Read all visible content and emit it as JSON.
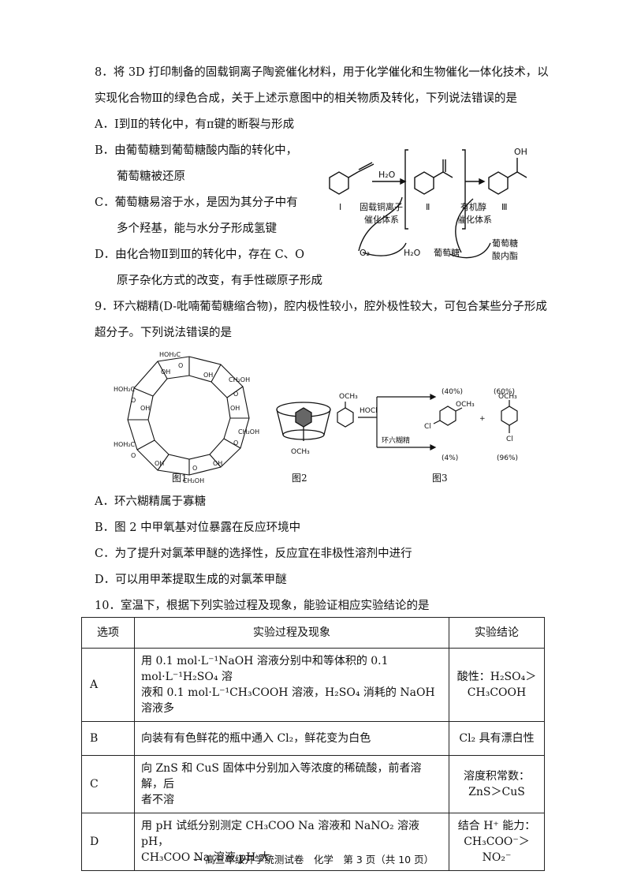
{
  "q8": {
    "stem_line1": "8．将 3D 打印制备的固载铜离子陶瓷催化材料，用于化学催化和生物催化一体化技术，以",
    "stem_line2": "实现化合物Ⅲ的绿色合成，关于上述示意图中的相关物质及转化，下列说法错误的是",
    "optA": "A．Ⅰ到Ⅱ的转化中，有π键的断裂与形成",
    "optB_1": "B．由葡萄糖到葡萄糖酸内酯的转化中，",
    "optB_2": "葡萄糖被还原",
    "optC_1": "C．葡萄糖易溶于水，是因为其分子中有",
    "optC_2": "多个羟基，能与水分子形成氢键",
    "optD_1": "D．由化合物Ⅱ到Ⅲ的转化中，存在 C、O",
    "optD_2": "原子杂化方式的改变，有手性碳原子形成",
    "scheme": {
      "water": "H₂O",
      "cat1_1": "固载铜离子",
      "cat1_2": "催化体系",
      "o2": "O₂",
      "h2o": "H₂O",
      "cat2_1": "有机醇",
      "cat2_2": "催化体系",
      "glucose": "葡萄糖",
      "lactone_1": "葡萄糖",
      "lactone_2": "酸内酯",
      "label_I": "Ⅰ",
      "label_II": "Ⅱ",
      "label_III": "Ⅲ",
      "oh": "OH"
    }
  },
  "q9": {
    "stem_line1": "9．环六糊精(D-吡喃葡萄糖缩合物)，腔内极性较小，腔外极性较大，可包合某些分子形成",
    "stem_line2": "超分子。下列说法错误的是",
    "fig1": {
      "caption": "图1",
      "labels": [
        "HOH₂C",
        "HOH₂C",
        "HOH₂C",
        "CH₂OH",
        "CH₂OH",
        "CH₂OH",
        "OH",
        "OH",
        "OH",
        "OH",
        "OH",
        "OH",
        "O",
        "O",
        "O",
        "O",
        "O",
        "O"
      ]
    },
    "fig2": {
      "caption": "图2",
      "och3": "OCH₃"
    },
    "fig3": {
      "caption": "图3",
      "reactant": "OCH₃",
      "reagent": "HOCl",
      "condition": "环六糊精",
      "ortho_top": "(40%)",
      "para_top": "(60%)",
      "ortho_bottom": "(4%)",
      "para_bottom": "(96%)",
      "cl": "Cl",
      "plus": "+",
      "och3": "OCH₃"
    },
    "optA": "A．环六糊精属于寡糖",
    "optB": "B．图 2 中甲氧基对位暴露在反应环境中",
    "optC": "C．为了提升对氯苯甲醚的选择性，反应宜在非极性溶剂中进行",
    "optD": "D．可以用甲苯提取生成的对氯苯甲醚"
  },
  "q10": {
    "stem": "10．室温下，根据下列实验过程及现象，能验证相应实验结论的是",
    "headers": [
      "选项",
      "实验过程及现象",
      "实验结论"
    ],
    "rows": [
      {
        "opt": "A",
        "proc1": "用 0.1 mol·L⁻¹NaOH 溶液分别中和等体积的 0.1 mol·L⁻¹H₂SO₄ 溶",
        "proc2": "液和 0.1 mol·L⁻¹CH₃COOH 溶液，H₂SO₄ 消耗的 NaOH 溶液多",
        "conc1": "酸性：H₂SO₄＞",
        "conc2": "CH₃COOH"
      },
      {
        "opt": "B",
        "proc1": "向装有有色鲜花的瓶中通入 Cl₂，鲜花变为白色",
        "proc2": "",
        "conc1": "Cl₂ 具有漂白性",
        "conc2": ""
      },
      {
        "opt": "C",
        "proc1": "向 ZnS 和 CuS 固体中分别加入等浓度的稀硫酸，前者溶解，后",
        "proc2": "者不溶",
        "conc1": "溶度积常数：",
        "conc2": "ZnS＞CuS"
      },
      {
        "opt": "D",
        "proc1": "用 pH 试纸分别测定 CH₃COO Na 溶液和 NaNO₂ 溶液 pH，",
        "proc2": "CH₃COO Na 溶液 pH 大",
        "conc1": "结合 H⁺ 能力：",
        "conc2": "CH₃COO⁻＞NO₂⁻"
      }
    ]
  },
  "footer": "－ 高三年级开学统测试卷　化学　第 3 页（共 10 页）"
}
